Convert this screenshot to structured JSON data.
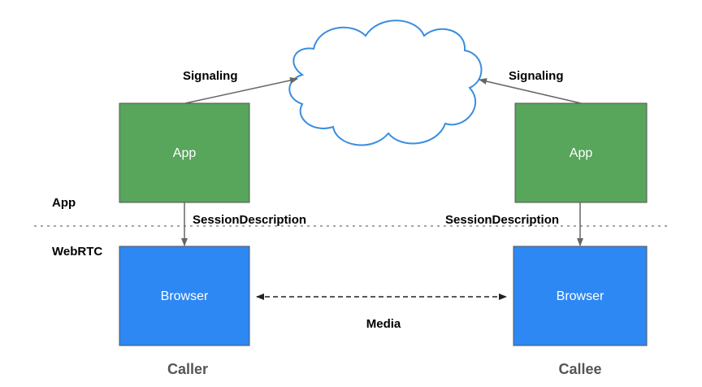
{
  "layers": {
    "app": "App",
    "webrtc": "WebRTC"
  },
  "caller": {
    "app_box": "App",
    "browser_box": "Browser",
    "signaling": "Signaling",
    "session": "SessionDescription",
    "role": "Caller"
  },
  "callee": {
    "app_box": "App",
    "browser_box": "Browser",
    "signaling": "Signaling",
    "session": "SessionDescription",
    "role": "Callee"
  },
  "media": "Media",
  "colors": {
    "app_fill": "#58a55c",
    "browser_fill": "#2d88f3",
    "cloud_stroke": "#3b8de0",
    "box_border": "#555555",
    "arrow": "#666666",
    "divider": "#888888"
  }
}
